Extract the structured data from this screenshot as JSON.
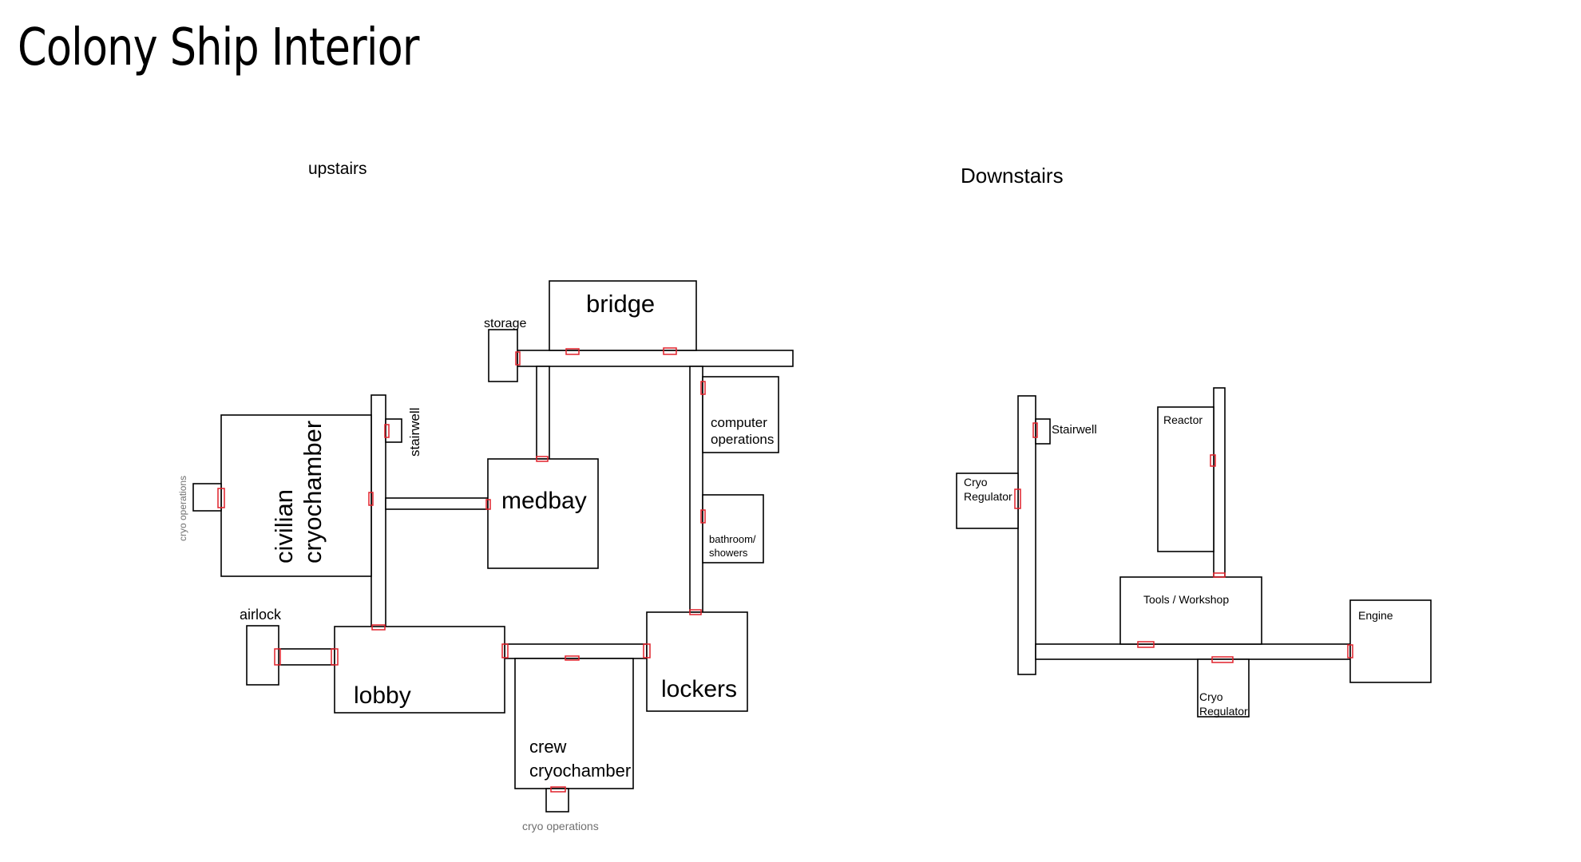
{
  "title": "Colony Ship Interior",
  "floors": {
    "upstairs": {
      "heading": "upstairs",
      "rooms": {
        "bridge": "bridge",
        "storage": "storage",
        "stairwell": "stairwell",
        "computer_ops_1": "computer",
        "computer_ops_2": "operations",
        "civilian_cryo_1": "civilian",
        "civilian_cryo_2": "cryochamber",
        "cryo_ops_left": "cryo operations",
        "medbay": "medbay",
        "bathroom_1": "bathroom/",
        "bathroom_2": "showers",
        "airlock": "airlock",
        "lobby": "lobby",
        "crew_cryo_1": "crew",
        "crew_cryo_2": "cryochamber",
        "lockers": "lockers",
        "cryo_ops_bottom": "cryo operations"
      }
    },
    "downstairs": {
      "heading": "Downstairs",
      "rooms": {
        "stairwell": "Stairwell",
        "reactor": "Reactor",
        "cryo_reg_left_1": "Cryo",
        "cryo_reg_left_2": "Regulator",
        "tools_workshop": "Tools / Workshop",
        "engine": "Engine",
        "cryo_reg_bottom_1": "Cryo",
        "cryo_reg_bottom_2": "Regulator"
      }
    }
  },
  "colors": {
    "door_marker": "#e0202a",
    "wall": "#000000",
    "secondary_text": "#707070"
  }
}
